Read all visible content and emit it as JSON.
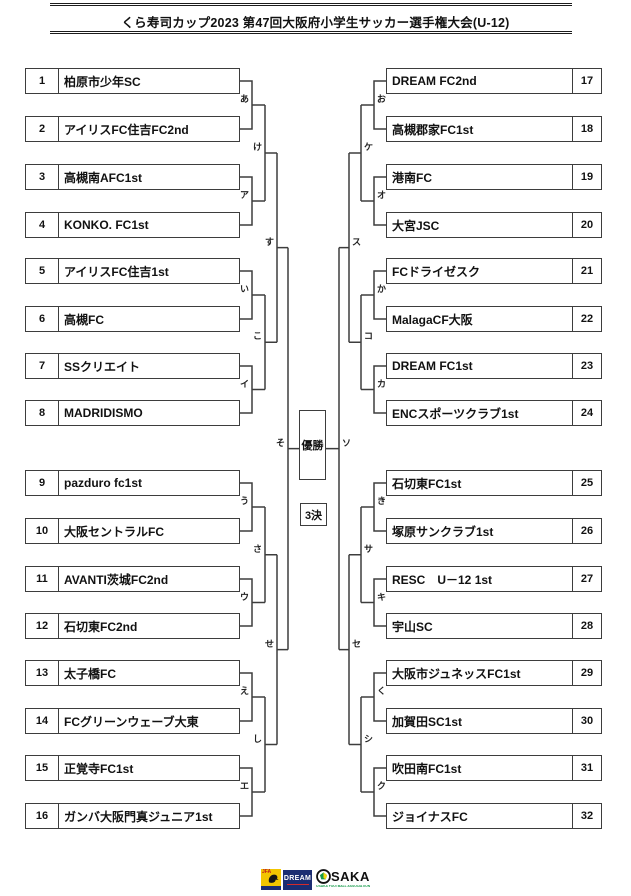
{
  "header": {
    "title": "くら寿司カップ2023 第47回大阪府小学生サッカー選手権大会(U-12)"
  },
  "center": {
    "champion_label": "優勝",
    "third_place_label": "3決"
  },
  "bracket": {
    "left_teams": [
      {
        "no": "1",
        "name": "柏原市少年SC"
      },
      {
        "no": "2",
        "name": "アイリスFC住吉FC2nd"
      },
      {
        "no": "3",
        "name": "高槻南AFC1st"
      },
      {
        "no": "4",
        "name": "KONKO. FC1st"
      },
      {
        "no": "5",
        "name": "アイリスFC住吉1st"
      },
      {
        "no": "6",
        "name": "高槻FC"
      },
      {
        "no": "7",
        "name": "SSクリエイト"
      },
      {
        "no": "8",
        "name": "MADRIDISMO"
      },
      {
        "no": "9",
        "name": "pazduro fc1st"
      },
      {
        "no": "10",
        "name": "大阪セントラルFC"
      },
      {
        "no": "11",
        "name": "AVANTI茨城FC2nd"
      },
      {
        "no": "12",
        "name": "石切東FC2nd"
      },
      {
        "no": "13",
        "name": "太子橋FC"
      },
      {
        "no": "14",
        "name": "FCグリーンウェーブ大東"
      },
      {
        "no": "15",
        "name": "正覚寺FC1st"
      },
      {
        "no": "16",
        "name": "ガンバ大阪門真ジュニア1st"
      }
    ],
    "right_teams": [
      {
        "no": "17",
        "name": "DREAM FC2nd"
      },
      {
        "no": "18",
        "name": "高槻郡家FC1st"
      },
      {
        "no": "19",
        "name": "港南FC"
      },
      {
        "no": "20",
        "name": "大宮JSC"
      },
      {
        "no": "21",
        "name": "FCドライゼスク"
      },
      {
        "no": "22",
        "name": "MalagaCF大阪"
      },
      {
        "no": "23",
        "name": "DREAM FC1st"
      },
      {
        "no": "24",
        "name": "ENCスポーツクラブ1st"
      },
      {
        "no": "25",
        "name": "石切東FC1st"
      },
      {
        "no": "26",
        "name": "塚原サンクラブ1st"
      },
      {
        "no": "27",
        "name": "RESC　U－12 1st"
      },
      {
        "no": "28",
        "name": "宇山SC"
      },
      {
        "no": "29",
        "name": "大阪市ジュネッスFC1st"
      },
      {
        "no": "30",
        "name": "加賀田SC1st"
      },
      {
        "no": "31",
        "name": "吹田南FC1st"
      },
      {
        "no": "32",
        "name": "ジョイナスFC"
      }
    ],
    "left_labels": {
      "round1": [
        "あ",
        "ア",
        "い",
        "イ",
        "う",
        "ウ",
        "え",
        "エ"
      ],
      "round2": [
        "け",
        "こ",
        "さ",
        "し"
      ],
      "round3": [
        "す",
        "せ"
      ],
      "final": "そ"
    },
    "right_labels": {
      "round1": [
        "お",
        "オ",
        "か",
        "カ",
        "き",
        "キ",
        "く",
        "ク"
      ],
      "round2": [
        "ケ",
        "コ",
        "サ",
        "シ"
      ],
      "round3": [
        "ス",
        "セ"
      ],
      "final": "ソ"
    }
  },
  "footer": {
    "jfa_text": "JFA",
    "dream_text": "DREAM",
    "osaka_text": "SAKA",
    "osaka_subtext": "OSAKA FOOTBALL ASSOCIATION"
  },
  "colors": {
    "line": "#3d3d3d",
    "jfa_yellow": "#f2c500",
    "dream_navy": "#1b2d72",
    "osaka_green": "#169b4a"
  }
}
